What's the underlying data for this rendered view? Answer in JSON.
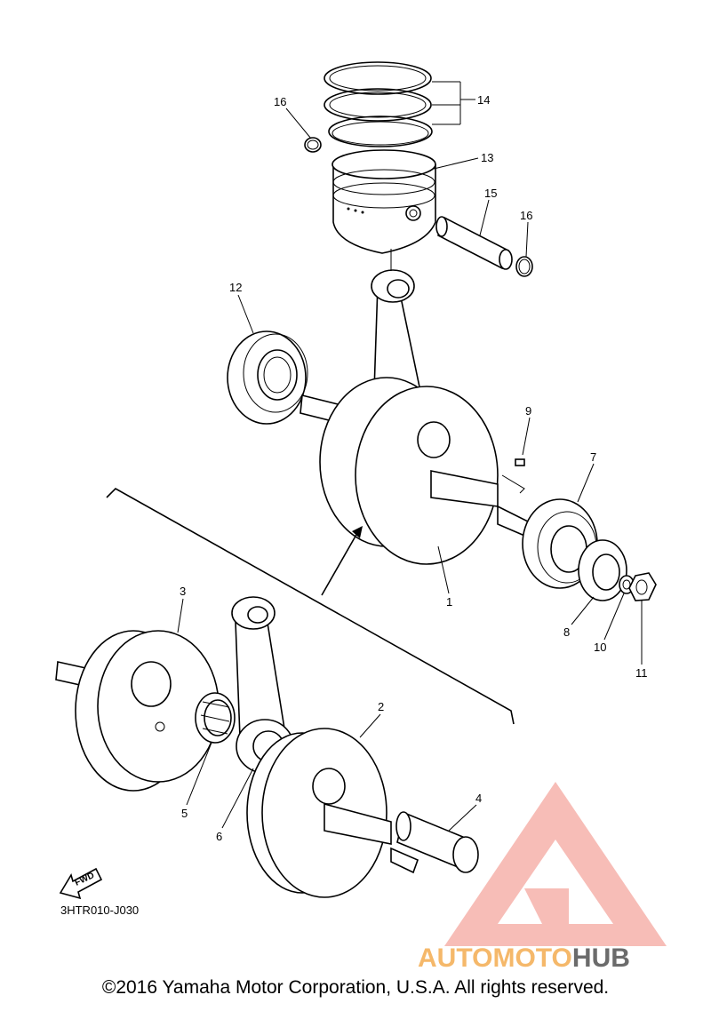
{
  "parts": {
    "p1": "1",
    "p2": "2",
    "p3": "3",
    "p4": "4",
    "p5": "5",
    "p6": "6",
    "p7": "7",
    "p8": "8",
    "p9": "9",
    "p10": "10",
    "p11": "11",
    "p12": "12",
    "p13": "13",
    "p14": "14",
    "p15": "15",
    "p16a": "16",
    "p16b": "16"
  },
  "diagram_code": "3HTR010-J030",
  "fwd_label": "FWD",
  "watermark": {
    "part1": "AUTOMOTO",
    "part2": "HUB",
    "color_primary": "#f08a80",
    "color_secondary": "#f5b86a",
    "color_hub": "#6b6b6b"
  },
  "copyright": "©2016 Yamaha Motor Corporation, U.S.A. All rights reserved."
}
